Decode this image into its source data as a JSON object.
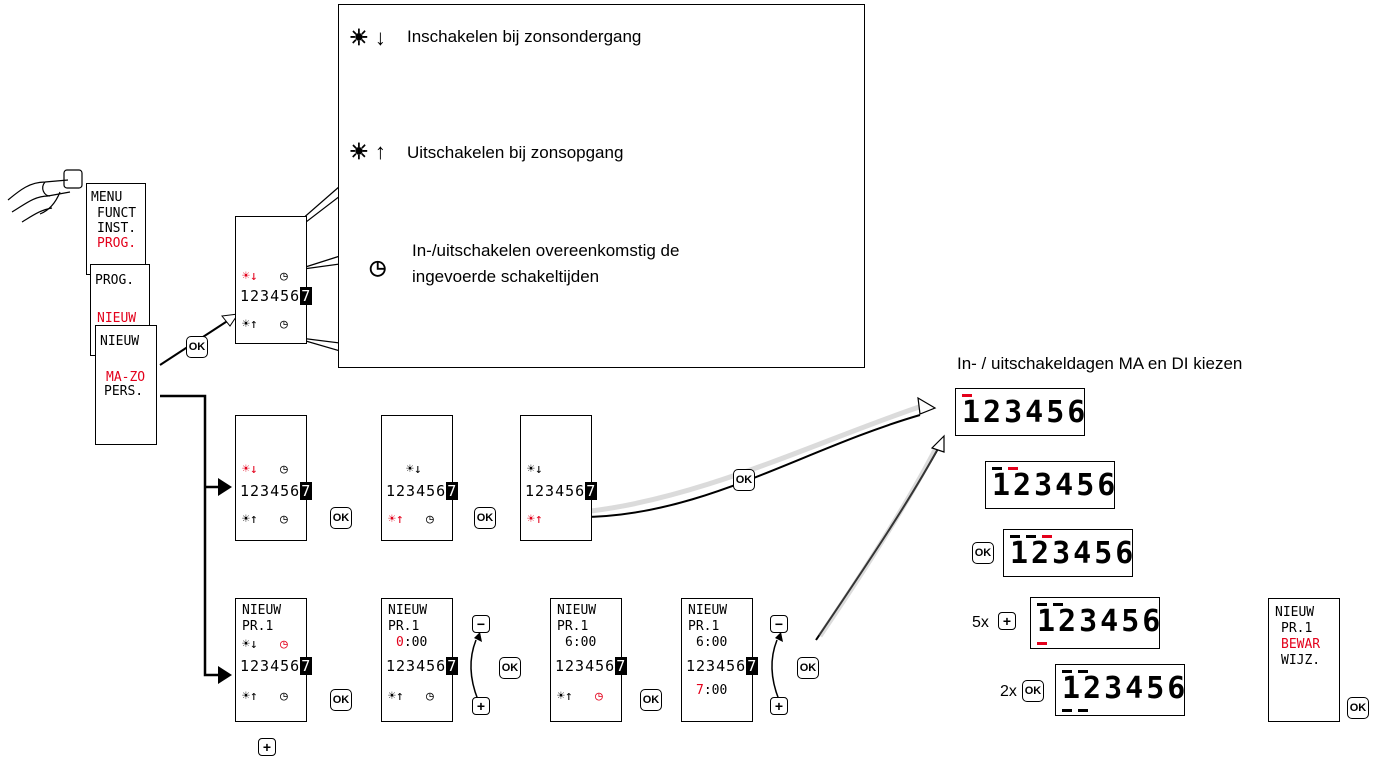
{
  "callout": {
    "line1": "Inschakelen bij zonsondergang",
    "line2": "Uitschakelen bij zonsopgang",
    "line3a": "In-/uitschakelen overeenkomstig de",
    "line3b": "ingevoerde schakeltijden"
  },
  "right_title": "In- / uitschakeldagen MA en DI kiezen",
  "menu": {
    "s1": [
      "MENU",
      "FUNCT",
      "INST.",
      "PROG."
    ],
    "s2": [
      "PROG.",
      "NIEUW"
    ],
    "s3": [
      "NIEUW",
      "MA-ZO",
      "PERS."
    ]
  },
  "lcd": {
    "days": "123456",
    "days7": "7",
    "sun_down": "☀↓",
    "sun_up": "☀↑",
    "clock": "◷"
  },
  "prog": {
    "nieuw": "NIEUW",
    "pr1": "PR.1",
    "t0": "0",
    "t0rest": ":00",
    "t6": "6:00",
    "t7": "7",
    "t7rest": ":00"
  },
  "final": [
    "NIEUW",
    "PR.1",
    "BEWAR",
    "WIJZ."
  ],
  "buttons": {
    "ok": "OK",
    "plus": "+",
    "minus": "−"
  },
  "counts": {
    "five": "5x",
    "two": "2x"
  },
  "big_days": "123456",
  "colors": {
    "accent": "#e3001b"
  }
}
